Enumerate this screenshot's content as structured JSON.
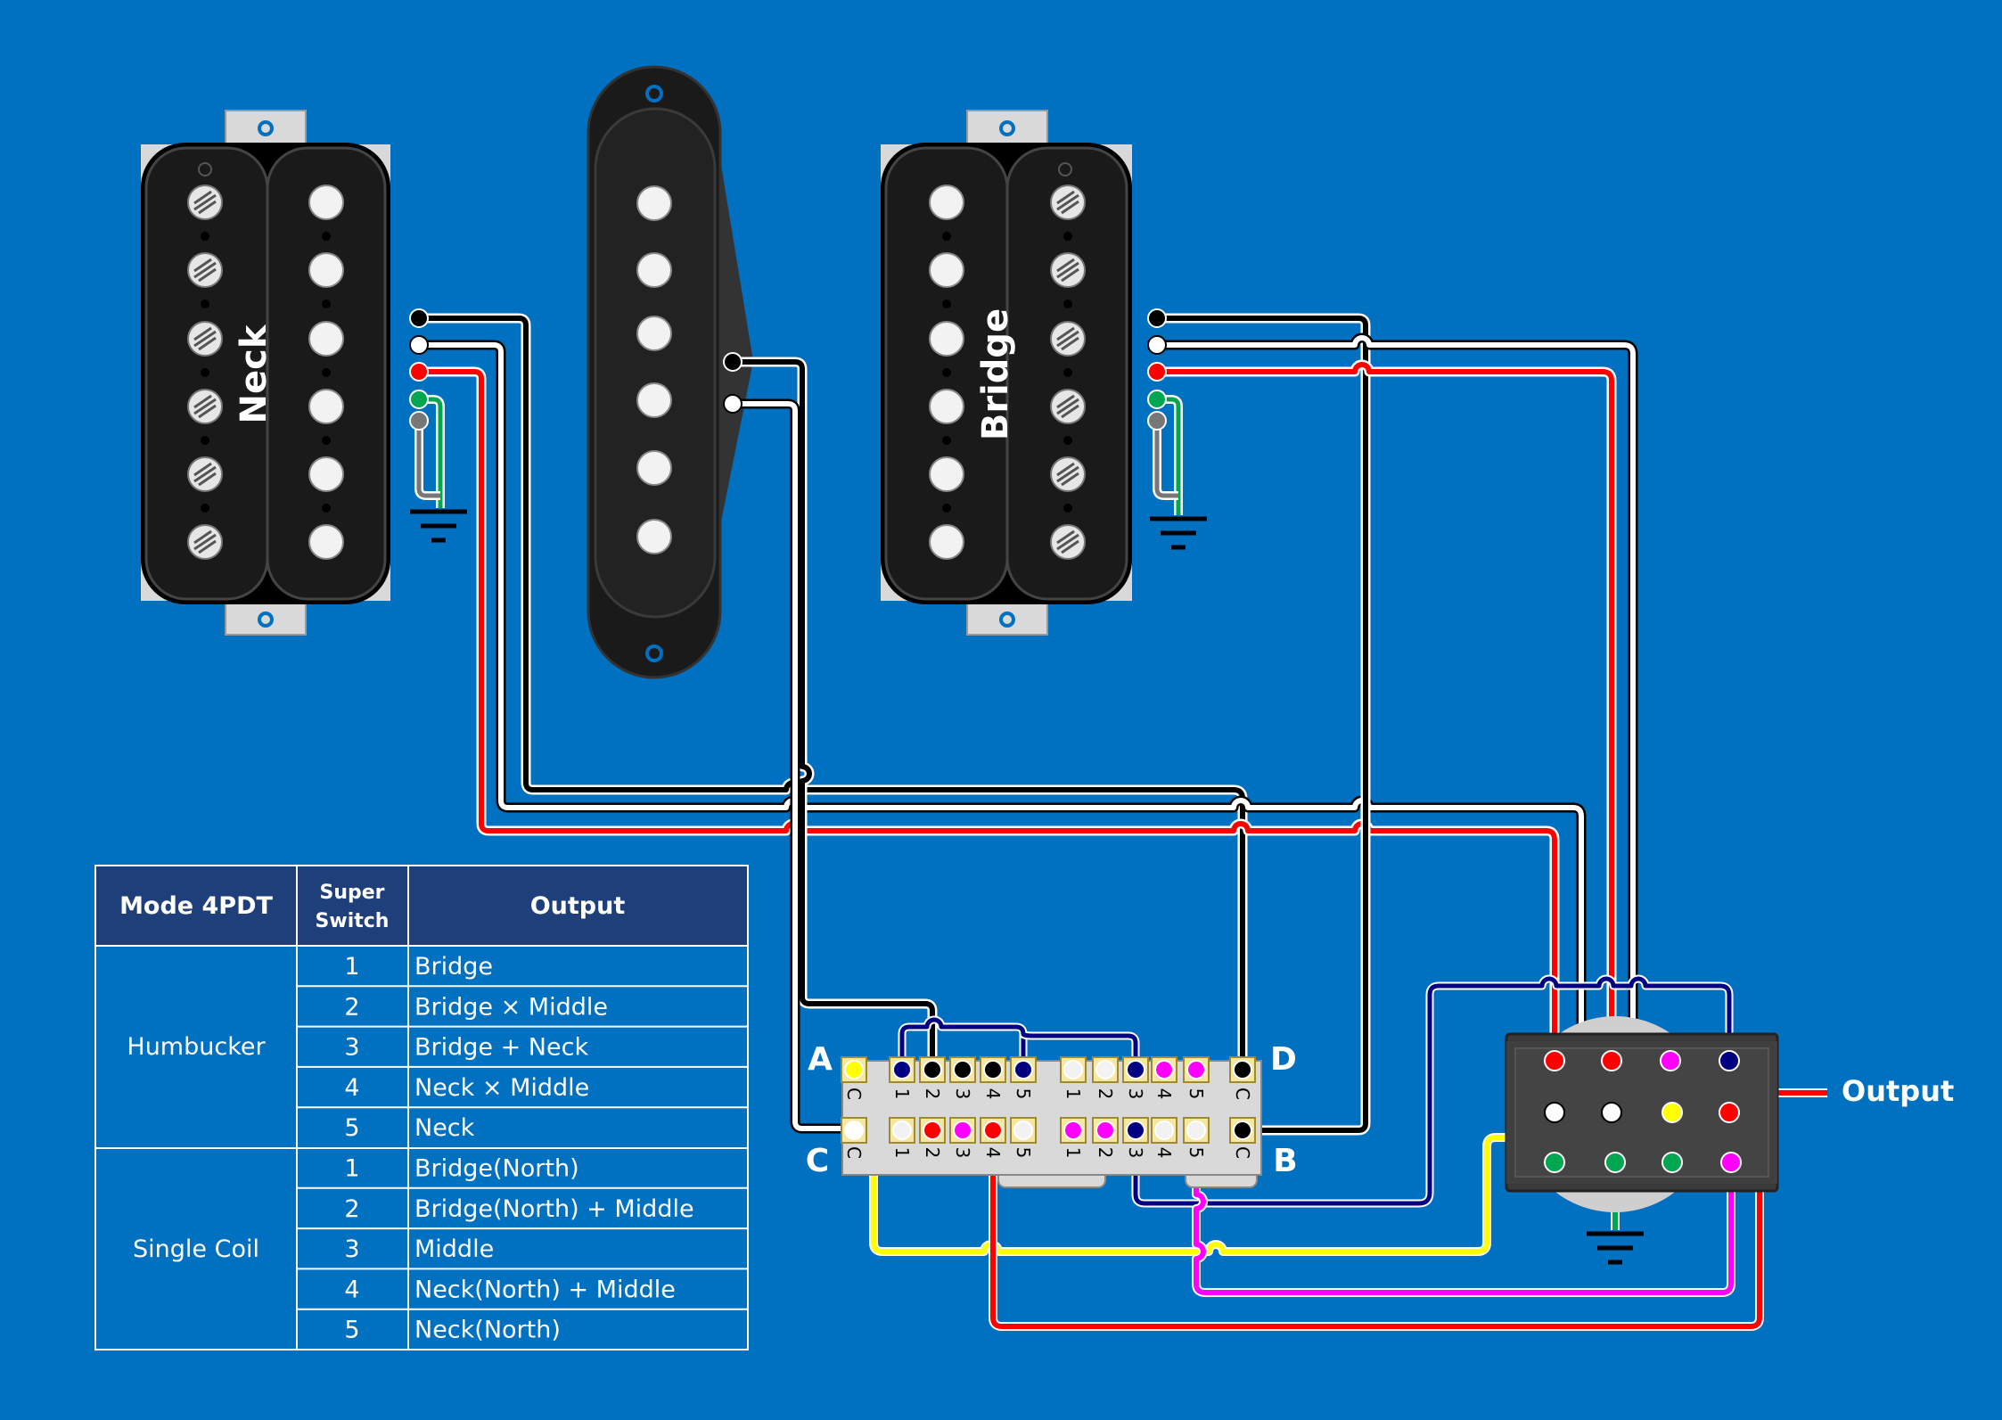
{
  "pickups": {
    "neck_label": "Neck",
    "bridge_label": "Bridge"
  },
  "switch_labels": {
    "a": "A",
    "b": "B",
    "c": "C",
    "d": "D",
    "pole_c": "C",
    "positions": [
      "1",
      "2",
      "3",
      "4",
      "5"
    ]
  },
  "output_label": "Output",
  "table": {
    "headers": {
      "mode": "Mode 4PDT",
      "super_switch_line1": "Super",
      "super_switch_line2": "Switch",
      "output": "Output"
    },
    "groups": [
      {
        "mode": "Humbucker",
        "rows": [
          {
            "position": "1",
            "output": "Bridge"
          },
          {
            "position": "2",
            "output": "Bridge × Middle"
          },
          {
            "position": "3",
            "output": "Bridge + Neck"
          },
          {
            "position": "4",
            "output": "Neck × Middle"
          },
          {
            "position": "5",
            "output": "Neck"
          }
        ]
      },
      {
        "mode": "Single Coil",
        "rows": [
          {
            "position": "1",
            "output": "Bridge(North)"
          },
          {
            "position": "2",
            "output": "Bridge(North) + Middle"
          },
          {
            "position": "3",
            "output": "Middle"
          },
          {
            "position": "4",
            "output": "Neck(North) + Middle"
          },
          {
            "position": "5",
            "output": "Neck(North)"
          }
        ]
      }
    ]
  },
  "colors": {
    "background": "#0070c0",
    "table_header": "#1f3f7a",
    "wire_black": "#000000",
    "wire_white": "#ffffff",
    "wire_red": "#ff0000",
    "wire_green": "#00a650",
    "wire_navy": "#000080",
    "wire_yellow": "#ffff00",
    "wire_magenta": "#ff00ff"
  }
}
